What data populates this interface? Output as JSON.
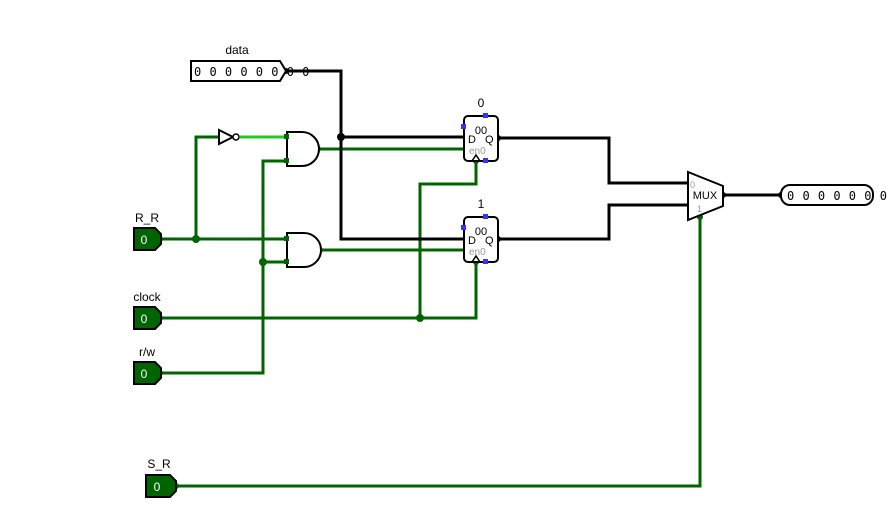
{
  "colors": {
    "wire_low": "#006400",
    "wire_high": "#22cc22",
    "bus": "#000000",
    "pin_fill": "#006400",
    "pin_text": "#ffffff",
    "port": "#3333ff"
  },
  "inputs": {
    "data": {
      "label": "data",
      "value": "0 0 0 0 0 0 0 0"
    },
    "r_r": {
      "label": "R_R",
      "value": "0"
    },
    "clock": {
      "label": "clock",
      "value": "0"
    },
    "rw": {
      "label": "r/w",
      "value": "0"
    },
    "s_r": {
      "label": "S_R",
      "value": "0"
    }
  },
  "outputs": {
    "result": {
      "value": "0 0 0 0 0 0 0 0"
    }
  },
  "registers": [
    {
      "label": "0",
      "value": "00",
      "d": "D",
      "q": "Q",
      "en": "en0"
    },
    {
      "label": "1",
      "value": "00",
      "d": "D",
      "q": "Q",
      "en": "en0"
    }
  ],
  "mux": {
    "label": "MUX",
    "in0": "0",
    "in1": "1"
  }
}
